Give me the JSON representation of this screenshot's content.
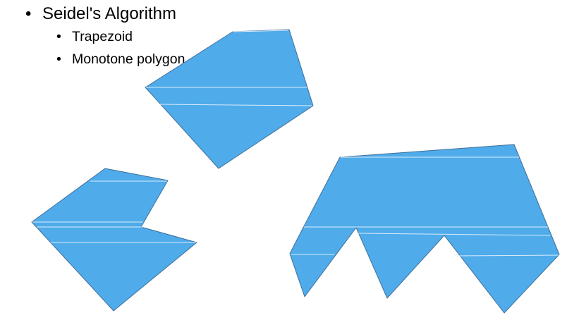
{
  "slide": {
    "bullets": {
      "level1": {
        "marker": "•",
        "text": "Seidel's Algorithm"
      },
      "level2": [
        {
          "marker": "•",
          "text": "Trapezoid"
        },
        {
          "marker": "•",
          "text": "Monotone polygon"
        }
      ]
    },
    "colors": {
      "fill": "#4fabea",
      "outline": "#3f6f9a",
      "trapezoid_lines": "#d9ecfb",
      "background": "#ffffff"
    }
  }
}
